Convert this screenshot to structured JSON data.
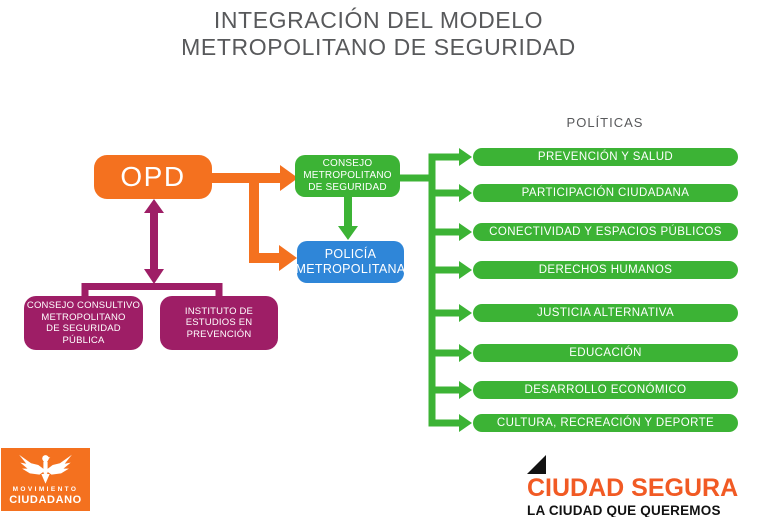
{
  "title": {
    "line1": "INTEGRACIÓN DEL MODELO",
    "line2": "METROPOLITANO DE SEGURIDAD"
  },
  "nodes": {
    "opd": "OPD",
    "consejo_metropolitano": [
      "CONSEJO",
      "METROPOLITANO",
      "DE SEGURIDAD"
    ],
    "policia_metropolitana": [
      "POLICÍA",
      "METROPOLITANA"
    ],
    "consejo_consultivo": [
      "CONSEJO CONSULTIVO",
      "METROPOLITANO",
      "DE SEGURIDAD",
      "PÚBLICA"
    ],
    "instituto_estudios": [
      "INSTITUTO DE",
      "ESTUDIOS EN",
      "PREVENCIÓN"
    ]
  },
  "politicas_heading": "POLÍTICAS",
  "politicas": [
    "PREVENCIÓN Y SALUD",
    "PARTICIPACIÓN CIUDADANA",
    "CONECTIVIDAD Y ESPACIOS PÚBLICOS",
    "DERECHOS HUMANOS",
    "JUSTICIA ALTERNATIVA",
    "EDUCACIÓN",
    "DESARROLLO ECONÓMICO",
    "CULTURA, RECREACIÓN Y DEPORTE"
  ],
  "logos": {
    "movimiento_ciudadano": {
      "line1": "MOVIMIENTO",
      "line2": "CIUDADANO"
    },
    "ciudad_segura": {
      "title": "CIUDAD SEGURA",
      "subtitle": "LA CIUDAD QUE QUEREMOS"
    }
  },
  "colors": {
    "orange": "#F4711F",
    "green": "#3CB335",
    "blue": "#2F86D8",
    "purple": "#9E1E66",
    "title_gray": "#58595B",
    "ciudad_segura_orange": "#F15A24"
  }
}
